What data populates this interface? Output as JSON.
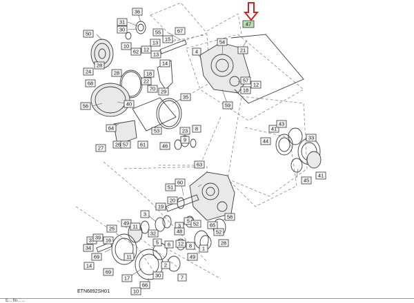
{
  "diagram": {
    "figure_id": "ETN6892SH01",
    "highlighted_part": "47",
    "highlight_color": "#b9dfb0",
    "arrow_color": "#d22020",
    "bottom_cut_text": "E... flo... ...",
    "labels": {
      "n36": "36",
      "n31": "31",
      "n30": "30",
      "n55": "55",
      "n67": "67",
      "n15": "15",
      "n12a": "12",
      "n10": "10",
      "n62": "62",
      "n13a": "13",
      "n50": "50",
      "n13b": "13",
      "n14a": "14",
      "n28a": "28",
      "n24a": "24",
      "n28b": "28",
      "n68": "68",
      "n18a": "18",
      "n22": "22",
      "n70": "70",
      "n29": "29",
      "n56": "56",
      "n40": "40",
      "n35": "35",
      "n47": "47",
      "n21": "21",
      "n54": "54",
      "n4": "4",
      "n57a": "57",
      "n18b": "18",
      "n12b": "12",
      "n59": "59",
      "n53": "53",
      "n23": "23",
      "n8": "8",
      "n64": "64",
      "n26": "26",
      "n57b": "57",
      "n61": "61",
      "n27": "27",
      "n9": "9",
      "n46": "46",
      "n41a": "41",
      "n43": "43",
      "n44": "44",
      "n33": "33",
      "n63": "63",
      "n45": "45",
      "n41b": "41",
      "n51": "51",
      "n60": "60",
      "n20": "20",
      "n19": "19",
      "n3a": "3",
      "n5a": "5",
      "n52a": "52",
      "n58": "58",
      "n49a": "49",
      "n3b": "3",
      "n25": "25",
      "n11a": "11",
      "n48": "48",
      "n32": "32",
      "n65": "65",
      "n37": "37",
      "n39": "39",
      "n16": "16",
      "n34": "34",
      "n5b": "5",
      "n6": "6",
      "n12c": "12",
      "n8b": "8",
      "n49b": "49",
      "n1": "1",
      "n11b": "11",
      "n69a": "69",
      "n14b": "14",
      "n69b": "69",
      "n17": "17",
      "n66": "66",
      "n2": "2",
      "n30b": "30",
      "n10b": "10",
      "n7": "7",
      "n52b": "52",
      "n28c": "28"
    }
  }
}
